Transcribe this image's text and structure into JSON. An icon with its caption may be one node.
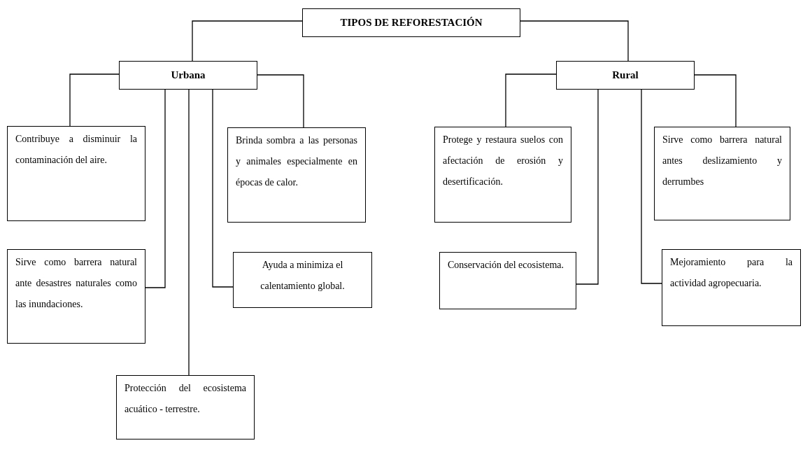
{
  "diagram": {
    "nodes": [
      {
        "text": [
          "TIPOS DE REFORESTACIÓN"
        ]
      },
      {
        "text": [
          "Urbana"
        ]
      },
      {
        "text": [
          "Rural"
        ]
      },
      {
        "text": [
          "Contribuye a disminuir la contaminación del aire."
        ]
      },
      {
        "text": [
          "Brinda sombra a las personas y animales especialmente en épocas de calor."
        ]
      },
      {
        "text": [
          "Sirve como barrera natural ante desastres naturales como las inundaciones."
        ]
      },
      {
        "text": [
          "Ayuda a minimiza el calentamiento global."
        ]
      },
      {
        "text": [
          "Protección del ecosistema acuático - terrestre."
        ]
      },
      {
        "text": [
          "Protege y restaura suelos con afectación de erosión y desertificación."
        ]
      },
      {
        "text": [
          "Sirve como barrera natural antes deslizamiento y derrumbes"
        ]
      },
      {
        "text": [
          "Conservación del ecosistema."
        ]
      },
      {
        "text": [
          "Mejoramiento para la actividad agropecuaria."
        ]
      }
    ],
    "edges": [
      {
        "from": 0,
        "to": 1,
        "arrow": "none"
      },
      {
        "from": 0,
        "to": 2,
        "arrow": "none"
      },
      {
        "from": 1,
        "to": 3,
        "arrow": "none"
      },
      {
        "from": 1,
        "to": 4,
        "arrow": "none"
      },
      {
        "from": 1,
        "to": 5,
        "arrow": "none"
      },
      {
        "from": 1,
        "to": 6,
        "arrow": "none"
      },
      {
        "from": 1,
        "to": 7,
        "arrow": "none"
      },
      {
        "from": 2,
        "to": 8,
        "arrow": "none"
      },
      {
        "from": 2,
        "to": 9,
        "arrow": "none"
      },
      {
        "from": 2,
        "to": 10,
        "arrow": "none"
      },
      {
        "from": 2,
        "to": 11,
        "arrow": "none"
      }
    ]
  }
}
